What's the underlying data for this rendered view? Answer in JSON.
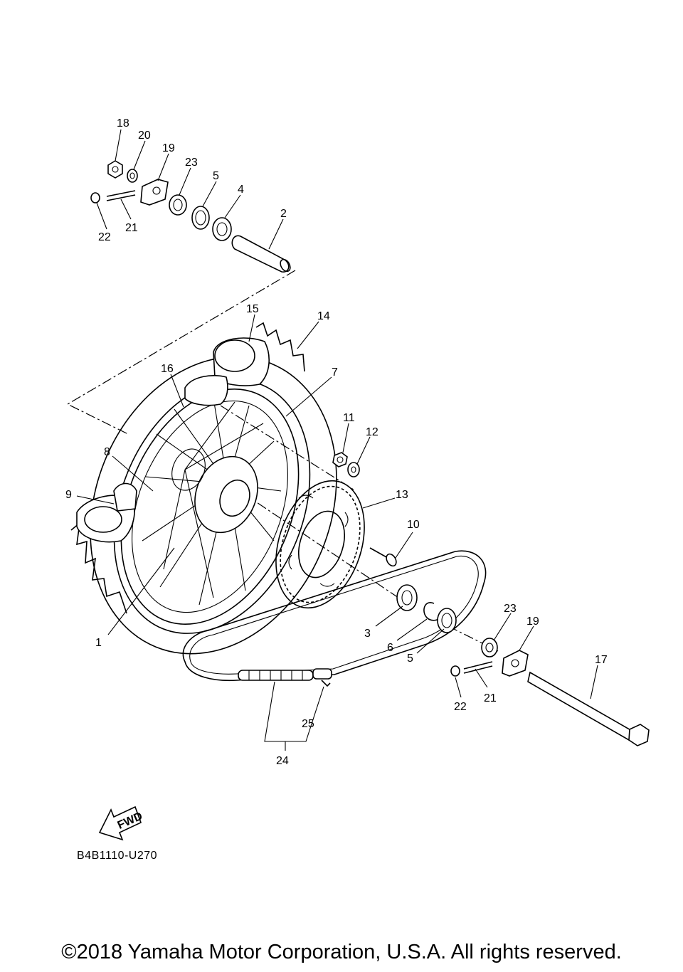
{
  "diagram_code": "B4B1110-U270",
  "copyright": "©2018 Yamaha Motor Corporation, U.S.A. All rights reserved.",
  "fwd_label": "FWD",
  "callouts": {
    "c1": "1",
    "c2": "2",
    "c3": "3",
    "c4": "4",
    "c5a": "5",
    "c5b": "5",
    "c6": "6",
    "c7": "7",
    "c8": "8",
    "c9": "9",
    "c10": "10",
    "c11": "11",
    "c12": "12",
    "c13": "13",
    "c14": "14",
    "c15": "15",
    "c16": "16",
    "c17": "17",
    "c18": "18",
    "c19a": "19",
    "c19b": "19",
    "c20": "20",
    "c21a": "21",
    "c21b": "21",
    "c22a": "22",
    "c22b": "22",
    "c23a": "23",
    "c23b": "23",
    "c24": "24",
    "c25": "25"
  }
}
